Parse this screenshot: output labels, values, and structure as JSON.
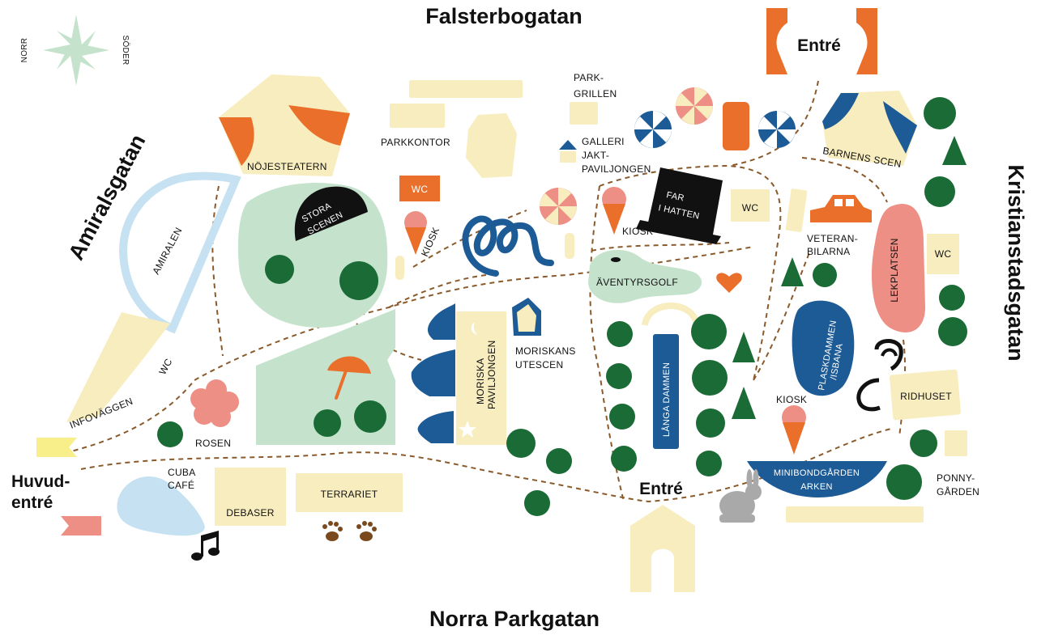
{
  "streets": {
    "north": "Falsterbogatan",
    "south": "Norra Parkgatan",
    "west": "Amiralsgatan",
    "east": "Kristianstadsgatan"
  },
  "compass": {
    "left": "NORR",
    "right": "SÖDER"
  },
  "entrances": {
    "main_1": "Huvud-",
    "main_2": "entré",
    "top": "Entré",
    "bottom": "Entré"
  },
  "places": {
    "nojesteatern": "NÖJESTEATERN",
    "amiralen": "AMIRALEN",
    "wc_left": "WC",
    "infovaggen": "INFOVÄGGEN",
    "stora_1": "STORA",
    "stora_2": "SCENEN",
    "parkkontor": "PARKKONTOR",
    "wc_mid": "WC",
    "kiosk_left": "KIOSK",
    "parkgrillen_1": "PARK-",
    "parkgrillen_2": "GRILLEN",
    "galleri_1": "GALLERI",
    "galleri_2": "JAKT-",
    "galleri_3": "PAVILJONGEN",
    "kiosk_mid": "KIOSK",
    "farihatten_1": "FAR",
    "farihatten_2": "I HATTEN",
    "wc_right": "WC",
    "barnens_scen": "BARNENS SCEN",
    "veteran_1": "VETERAN-",
    "veteran_2": "BILARNA",
    "lekplatsen": "LEKPLATSEN",
    "wc_far_right": "WC",
    "aventyrsgolf": "ÄVENTYRSGOLF",
    "moriska_1": "MORISKA",
    "moriska_2": "PAVILJONGEN",
    "moriskans_1": "MORISKANS",
    "moriskans_2": "UTESCEN",
    "langa_dammen": "LÅNGA DAMMEN",
    "plask_1": "PLASKDAMMEN",
    "plask_2": "/ISBANA",
    "kiosk_right": "KIOSK",
    "ridhuset": "RIDHUSET",
    "minibond_1": "MINIBONDGÅRDEN",
    "minibond_2": "ARKEN",
    "ponny_1": "PONNY-",
    "ponny_2": "GÅRDEN",
    "rosen": "ROSEN",
    "cuba_1": "CUBA",
    "cuba_2": "CAFÉ",
    "debaser": "DEBASER",
    "terrariet": "TERRARIET"
  },
  "icons": [
    "compass-rose-icon",
    "ice-cream-icon",
    "parasol-icon",
    "umbrella-icon",
    "top-hat-icon",
    "car-icon",
    "heart-icon",
    "horseshoe-icon",
    "rabbit-icon",
    "music-note-icon",
    "paw-print-icon",
    "flower-icon",
    "star-icon",
    "flag-icon",
    "tree-icon"
  ],
  "colors": {
    "cream": "#f8edbe",
    "green_light": "#c5e3cc",
    "green_dark": "#1a6b35",
    "blue_dark": "#1d5b96",
    "blue_light": "#c6e2f2",
    "orange": "#ea6f2b",
    "pink": "#ee8f85",
    "black": "#111111",
    "path": "#8a5a2b"
  }
}
